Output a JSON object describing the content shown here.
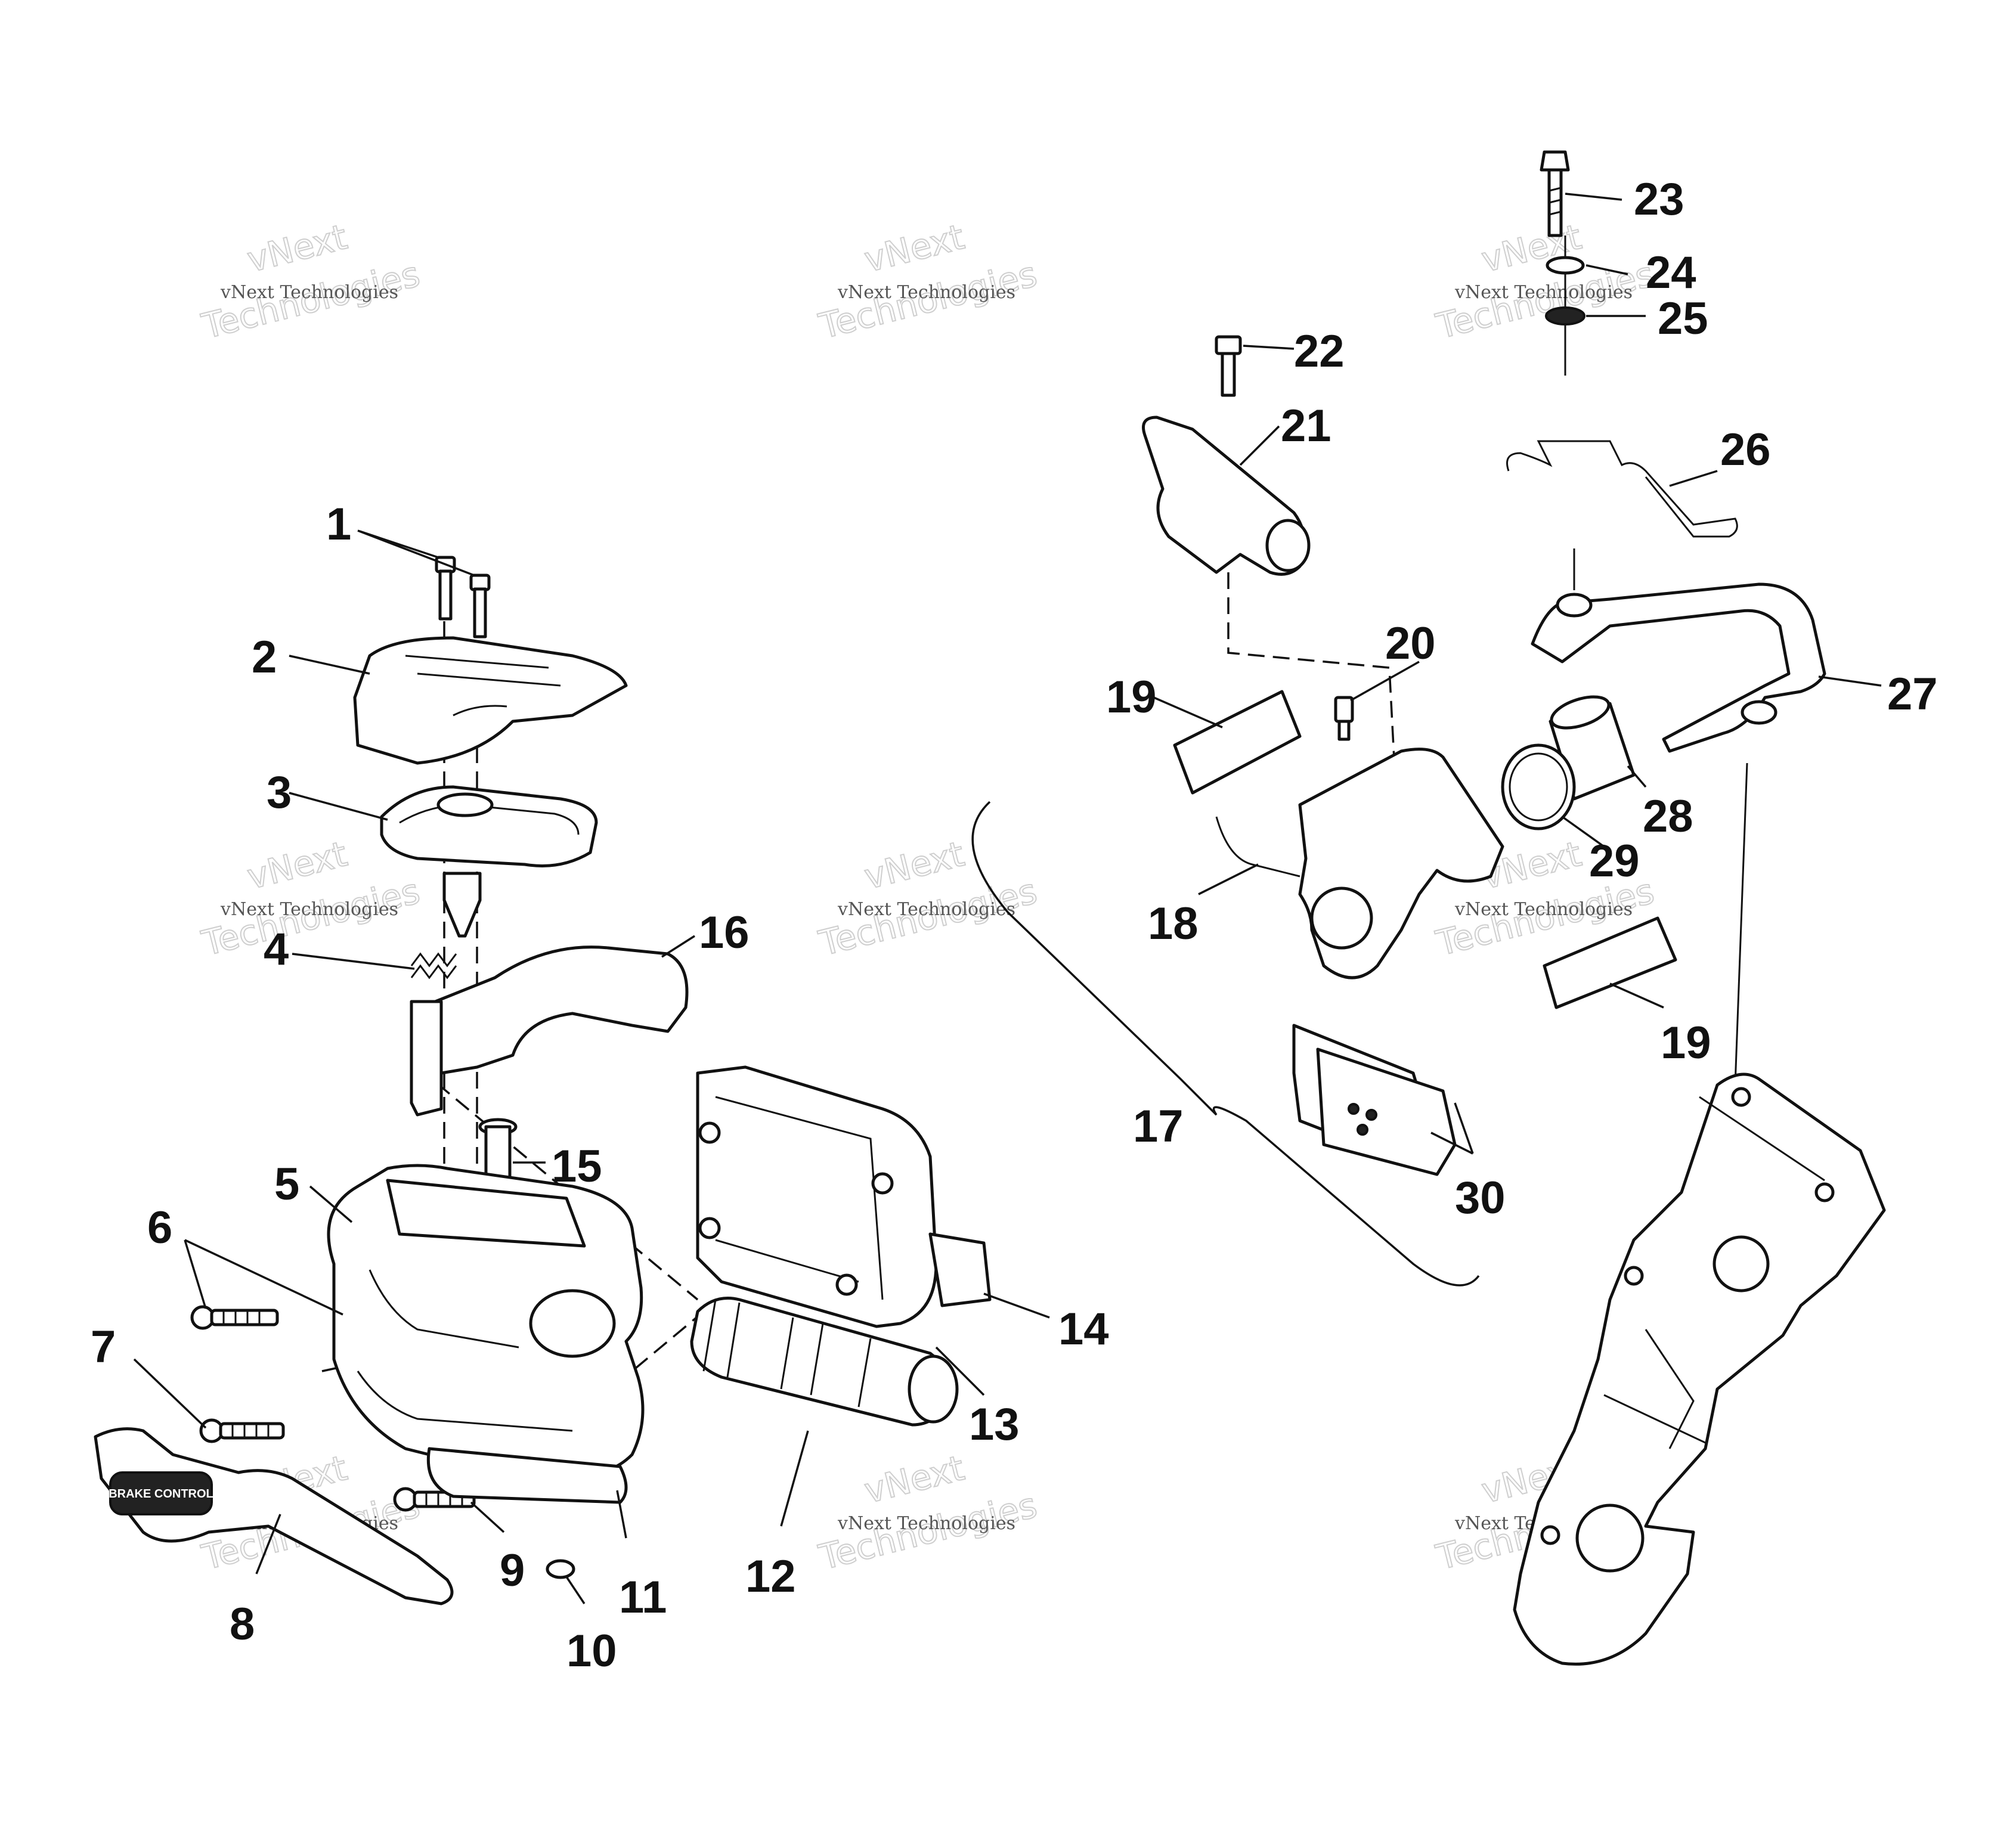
{
  "diagram": {
    "part_labels": [
      "1",
      "2",
      "3",
      "4",
      "5",
      "6",
      "7",
      "8",
      "9",
      "10",
      "11",
      "12",
      "13",
      "14",
      "15",
      "16",
      "17",
      "18",
      "19",
      "19",
      "20",
      "21",
      "22",
      "23",
      "24",
      "25",
      "26",
      "27",
      "28",
      "29",
      "30"
    ],
    "watermark": {
      "line1": "vNext Technologies",
      "line2": "vNext",
      "line3": "Technologies"
    },
    "lever_brand": "BRAKE CONTROL"
  }
}
